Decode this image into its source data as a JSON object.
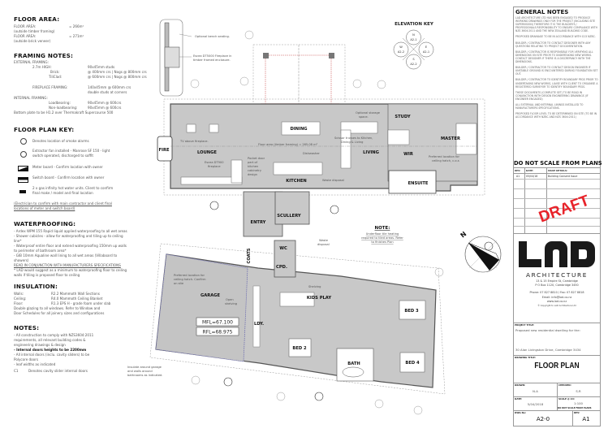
{
  "notes": {
    "floor_area": {
      "heading": "FLOOR AREA:",
      "rows": [
        {
          "label": "FLOOR AREA:",
          "value": "= 266m²",
          "sub": "(outside timber framing)"
        },
        {
          "label": "FLOOR AREA:",
          "value": "= 271m²",
          "sub": "(outside brick veneer)"
        }
      ]
    },
    "framing": {
      "heading": "FRAMING NOTES:",
      "external": "EXTERNAL FRAMING:",
      "h27": "2.7m HIGH:",
      "h27_val": "90x45mm studs",
      "brick": "Brick:",
      "brick_val": "@ 400mm crs  |  Nogs @ 800mm crs",
      "tili": "TiliClad:",
      "tili_val": "@ 600mm crs  |  Nogs @ 800mm crs",
      "fireplace": "FIREPLACE FRAMING:",
      "fireplace_val": "140x45mm @ 600mm crs",
      "fireplace_val2": "double studs at corners",
      "internal": "INTERNAL FRAMING:",
      "load": "Loadbearing:",
      "load_val": "90x45mm @ 600crs",
      "nonload": "Non-loadbearing:",
      "nonload_val": "90x45mm @ 600crs",
      "bottom": "Bottom plate to be H1.2 over Thermakraft Supercourse 500"
    },
    "key": {
      "heading": "FLOOR PLAN KEY:",
      "items": [
        {
          "text": "Denotes location of smoke alarms"
        },
        {
          "text": "Extractor fan installed - Manrose SF 150 - light",
          "text2": "switch operated, discharged to soffit"
        },
        {
          "text": "Meter board - Confirm location with owner"
        },
        {
          "text": "Switch board - Confirm location with owner"
        },
        {
          "text": "2 x gas infinity hot water units. Client to confirm",
          "text2": "final make / model and final location"
        }
      ],
      "electrician": "(Electrician to confirm with main contractor and client final",
      "electrician2": "locations of meter and switch board)"
    },
    "waterproofing": {
      "heading": "WATERPROOFING:",
      "lines": [
        "- Ardex WPM 155 Rapid liquid applied waterproofing to all wet areas",
        "- Shower cubicles - allow for waterproofing and tiling up to ceiling",
        "line*",
        "- Waterproof entire floor and extend waterproofing 150mm up walls",
        "to perimeter of bathroom area*",
        "- GIB 10mm Aqualine wall lining to all wet areas (Villaboard to",
        "showers)",
        "READ IN CONJUNCTION WITH MANUFACTURERS SPECIFICATIONS",
        "* LAD would suggest as a minimum to waterproofing floor to ceiling",
        "walls if tiling is proposed floor to ceiling"
      ]
    },
    "insulation": {
      "heading": "INSULATION:",
      "walls": "Walls:",
      "walls_val": "R2.2 Mammoth Wall Sections",
      "ceiling": "Ceiling:",
      "ceiling_val": "R4.0 Mammoth Ceiling Blanket",
      "floor": "Floor:",
      "floor_val": "R1.3 EPS H - grade foam under slab",
      "glazing": "Double glazing to all windows. Refer to Window and",
      "glazing2": "Door Schedules for all joinery sizes and configurations"
    },
    "general": {
      "heading": "NOTES:",
      "lines": [
        "- All construction to comply with NZS3604:2011",
        "requirements, all relevant building codes &",
        "engineering drawings & design",
        "- Internal doors heights to be 2200mm",
        "- All internal doors (inclu. cavity sliders) to be",
        "Polycore doors",
        "- leaf widths as indicated"
      ],
      "cavity_code": "C1",
      "cavity_text": "Denotes cavity slider internal doors"
    }
  },
  "plan": {
    "elevation_key": {
      "title": "ELEVATION KEY",
      "n": "N",
      "e": "E",
      "s": "S",
      "w": "W",
      "n_ref": "A2-1",
      "e_ref": "A2-1",
      "s_ref": "A2-2",
      "w_ref": "A2-2"
    },
    "rooms": {
      "lounge": "LOUNGE",
      "dining": "DINING",
      "living": "LIVING",
      "kitchen": "KITCHEN",
      "study": "STUDY",
      "master": "MASTER",
      "wir": "WIR",
      "ensuite": "ENSUITE",
      "fire": "FIRE",
      "entry": "ENTRY",
      "scullery": "SCULLERY",
      "wc": "WC",
      "cpd": "CPD.",
      "coats": "COATS",
      "garage": "GARAGE",
      "kids_play": "KIDS PLAY",
      "ldy": "LDY.",
      "bed2": "BED 2",
      "bed3": "BED 3",
      "bed4": "BED 4",
      "bath": "BATH"
    },
    "annotations": {
      "bench": "Optional bench seating.",
      "escea_dt5000": "Escea DT5000 Fireplace in",
      "escea_dt5000_2": "timber framed enclosure.",
      "tv": "TV above fireplace.",
      "escea_dt900": "Escea DT900",
      "escea_dt900_2": "fireplace",
      "floor_area": "Floor area (timber framing) = 265.08 m²",
      "scissor": "Scissor trusses to Kitchen,",
      "scissor2": "Dining & Living",
      "storage": "Optional storage",
      "storage2": "space.",
      "dishwasher": "Dishwasher",
      "waste": "Waste disposal",
      "pocket": "Pocket door",
      "pocket2": "part of",
      "pocket3": "kitchen",
      "pocket4": "cabinetry",
      "pocket5": "design",
      "hatch_master": "Preferred location for",
      "hatch_master2": "ceiling hatch, c.o.s",
      "hatch_garage": "Preferred location for",
      "hatch_garage2": "ceiling hatch. Confirm",
      "hatch_garage3": "on site",
      "open_shelving": "Open",
      "open_shelving2": "shelving",
      "shelving": "Shelving",
      "waste2": "Waste",
      "waste2b": "disposal",
      "insulate": "Insulate around garage",
      "insulate2": "and walls around",
      "insulate3": "bathrooms as indicated.",
      "mfl": "MFL=67.100",
      "rfl": "RFL=68.975"
    },
    "note": {
      "heading": "NOTE:",
      "l1": "Underfloor tile heating",
      "l2": "required to tiled areas. Refer",
      "l3": "to finishes Plan"
    },
    "north": "N"
  },
  "title_block": {
    "general_notes": {
      "heading": "GENERAL NOTES",
      "paragraphs": [
        "LAD ARCHITECTURE LTD HAS BEEN ENGAGED TO PRODUCE WORKING DRAWINGS ONLY FOR THE PROJECT (INCLUDING SITE SUPERVISION) THEREFORE IT IS THE BUILDER'S / PROFESSIONALS RESPONSIBILITY TO ENSURE COMPLIANCE WITH NZS 3604:2011 AND THE NEW ZEALAND BUILDING CODE.",
        "PROPOSED DRAINAGE TO BE IN ACCORDANCE WITH G13 NZBC.",
        "BUILDER / CONTRACTOR TO CONTACT DESIGNER WITH ANY QUESTIONS RELATING TO PROJECT DOCUMENTATION.",
        "BUILDER / CONTRACTOR IS RESPONSIBLE FOR VERIFYING ALL DIMENSIONS ON SITE PRIOR TO UNDERTAKING NEW WORKS. CONTACT DESIGNER IF THERE IS A DISCREPANCY WITH THE DIMENSIONS.",
        "BUILDER / CONTRACTOR TO CONTACT DESIGN ENGINEER IF UNSTABLE GROUND IS ENCOUNTERED DURING FOUNDATION SET OUT.",
        "BUILDER / CONTRACTOR TO IDENTIFY BOUNDARY PEGS PRIOR TO UNDERTAKING NEW WORKS, LIAISE WITH CLIENT TO ORGANISE A REGISTERED SURVEYOR TO IDENTIFY BOUNDARY PEGS.",
        "THESE DOCUMENTS (COMPLETE SET) TO BE READ IN CONJUNCTION WITH DESIGN ENGINEERING DRAWINGS (IF ENGINEER ENGAGED)",
        "ALL EXTERNAL AND INTERNAL LININGS INSTALLED TO MANUFACTURERS SPECIFICATIONS.",
        "PROPOSED FLOOR LEVEL TO BE DETERMINED ON SITE (TO BE IN ACCORDANCE WITH NZBC AND NZS 3604:2011)"
      ]
    },
    "do_not_scale": "DO NOT SCALE FROM PLANS",
    "revisions": {
      "headers": [
        "REV:",
        "DATE:",
        "ISSUE DETAILS:"
      ],
      "rows": [
        [
          "A1",
          "05/04/18",
          "Building Consent Issue"
        ]
      ]
    },
    "draft": "DRAFT",
    "logo": "LAD",
    "company": "ARCHITECTURE",
    "address1": "13 & 15 Empire St, Cambridge",
    "address2": "P O Box 1120, Cambridge 3450",
    "phone": "Phone: 07 827 8810 / Fax: 07 827 8818",
    "email": "Email: info@lad.co.nz",
    "web": "www.lad.co.nz",
    "copyright": "© Copyright to LAD Architecture Ltd",
    "project_title_label": "PROJECT TITLE:",
    "project_title": "Proposed new residential dwelling for the:",
    "project_address": "30 Alan Livingston Drive, Cambridge 3434",
    "drawing_title_label": "DRAWING TITLE:",
    "drawing_title": "FLOOR PLAN",
    "drawn_label": "DRAWN:",
    "drawn": "N.A",
    "checked_label": "CHECKED:",
    "checked": "S.R",
    "date_label": "DATE:",
    "date": "5/04/2018",
    "scale_label": "SCALE @ A3:",
    "scale": "1:100",
    "scale_note": "DO NOT SCALE FROM PLANS",
    "dwg_label": "DWG No:",
    "dwg": "A2-0",
    "rev_label": "REV:",
    "rev": "A1"
  },
  "colors": {
    "floor_fill": "#c8c8c8",
    "wall": "#555555",
    "draft": "#e8232a",
    "insulation": "#6f6fb0",
    "pergola": "#d98080"
  }
}
